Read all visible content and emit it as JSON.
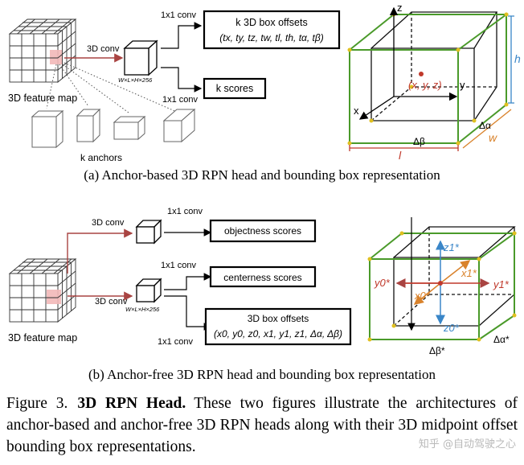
{
  "panel_a": {
    "feature_map_label": "3D feature map",
    "conv3d_label": "3D conv",
    "conv_size_label": "W×L×H×256",
    "conv1x1_top": "1x1 conv",
    "conv1x1_bottom": "1x1 conv",
    "offsets_title": "k 3D box offsets",
    "offsets_formula": "(tx, ty, tz, tw, tl, th, tα, tβ)",
    "scores_label": "k scores",
    "anchors_label": "k anchors",
    "axis_z": "z",
    "axis_x": "x",
    "axis_y": "y",
    "center_label": "(x, y, z)",
    "dim_h": "h",
    "dim_w": "w",
    "dim_l": "l",
    "delta_alpha": "Δα",
    "delta_beta": "Δβ",
    "caption": "(a) Anchor-based 3D RPN head and bounding box representation"
  },
  "panel_b": {
    "feature_map_label": "3D feature map",
    "conv3d_top": "3D conv",
    "conv3d_bottom": "3D conv",
    "conv_size_label": "W×L×H×256",
    "conv1x1_a": "1x1 conv",
    "conv1x1_b": "1x1 conv",
    "conv1x1_c": "1x1 conv",
    "objectness_label": "objectness scores",
    "centerness_label": "centerness scores",
    "offsets_title": "3D box offsets",
    "offsets_formula": "(x0, y0, z0, x1, y1, z1, Δα, Δβ)",
    "z1_label": "z1*",
    "z0_label": "z0*",
    "y0_label": "y0*",
    "y1_label": "y1*",
    "x0_label": "x0*",
    "x1_label": "x1*",
    "delta_alpha": "Δα*",
    "delta_beta": "Δβ*",
    "caption": "(b) Anchor-free 3D RPN head and bounding box representation"
  },
  "figure_caption": {
    "number": "Figure 3.",
    "title": "3D RPN Head.",
    "text": "These two figures illustrate the architectures of anchor-based and anchor-free 3D RPN heads along with their 3D midpoint offset bounding box representations."
  },
  "watermark": "知乎 @自动驾驶之心",
  "colors": {
    "box_green": "#4a9a2a",
    "accent_red": "#c0392b",
    "arrow_red": "#a94442",
    "dim_blue": "#3a86c8",
    "dim_orange": "#d9822b",
    "corner_yellow": "#e0c020",
    "highlight_pink": "#f2b8b8"
  }
}
